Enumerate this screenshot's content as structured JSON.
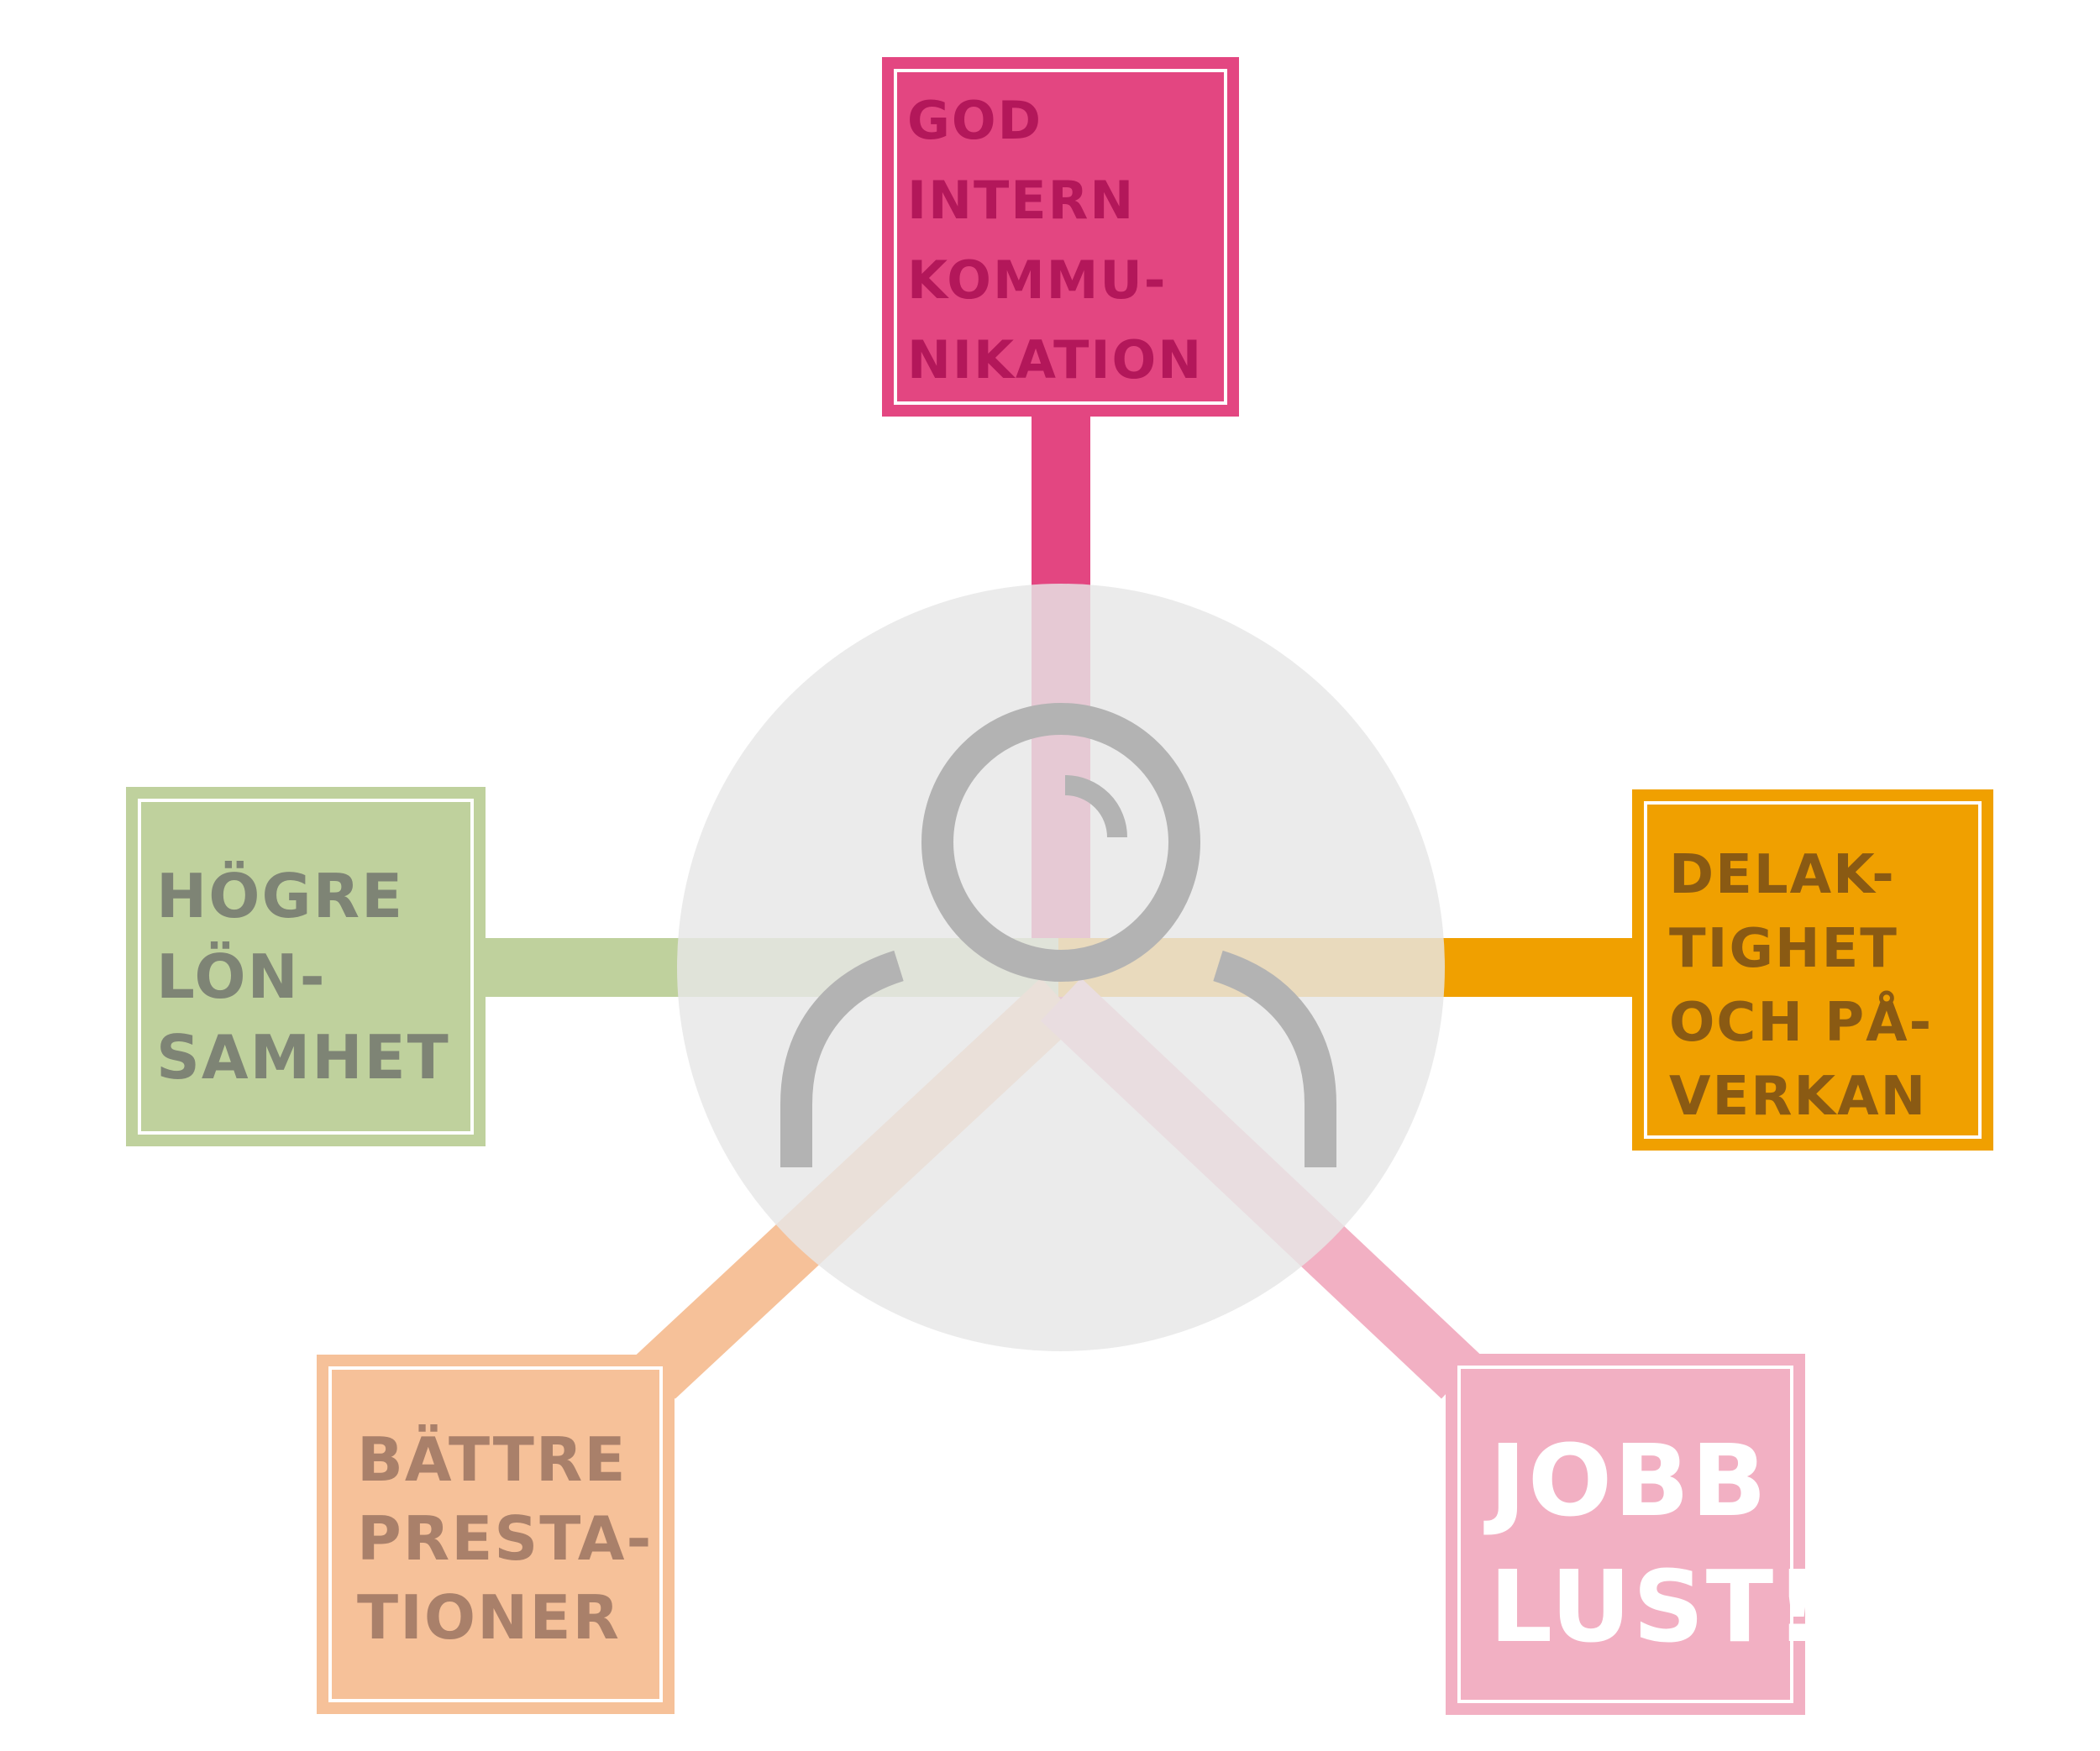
{
  "diagram": {
    "center_icon": "person-icon",
    "boxes": [
      {
        "id": "top",
        "lines": [
          "GOD",
          "INTERN",
          "KOMMU-",
          "NIKATION"
        ],
        "color": "#e34681",
        "text_color": "#b3175a"
      },
      {
        "id": "left",
        "lines": [
          "HÖGRE",
          "LÖN-",
          "SAMHET"
        ],
        "color": "#bfd19d",
        "text_color": "#7e8475"
      },
      {
        "id": "right",
        "lines": [
          "DELAK-",
          "TIGHET",
          "OCH PÅ-",
          "VERKAN"
        ],
        "color": "#f0a000",
        "text_color": "#8a5a13"
      },
      {
        "id": "bottom-left",
        "lines": [
          "BÄTTRE",
          "PRESTA-",
          "TIONER"
        ],
        "color": "#f6c199",
        "text_color": "#a9806a"
      },
      {
        "id": "bottom-right",
        "lines": [
          "JOBB",
          "LUST!"
        ],
        "color": "#f2b0c3",
        "text_color": "#ffffff"
      }
    ],
    "colors": {
      "circle": "#e8e8e8",
      "icon": "#b3b3b3"
    }
  }
}
